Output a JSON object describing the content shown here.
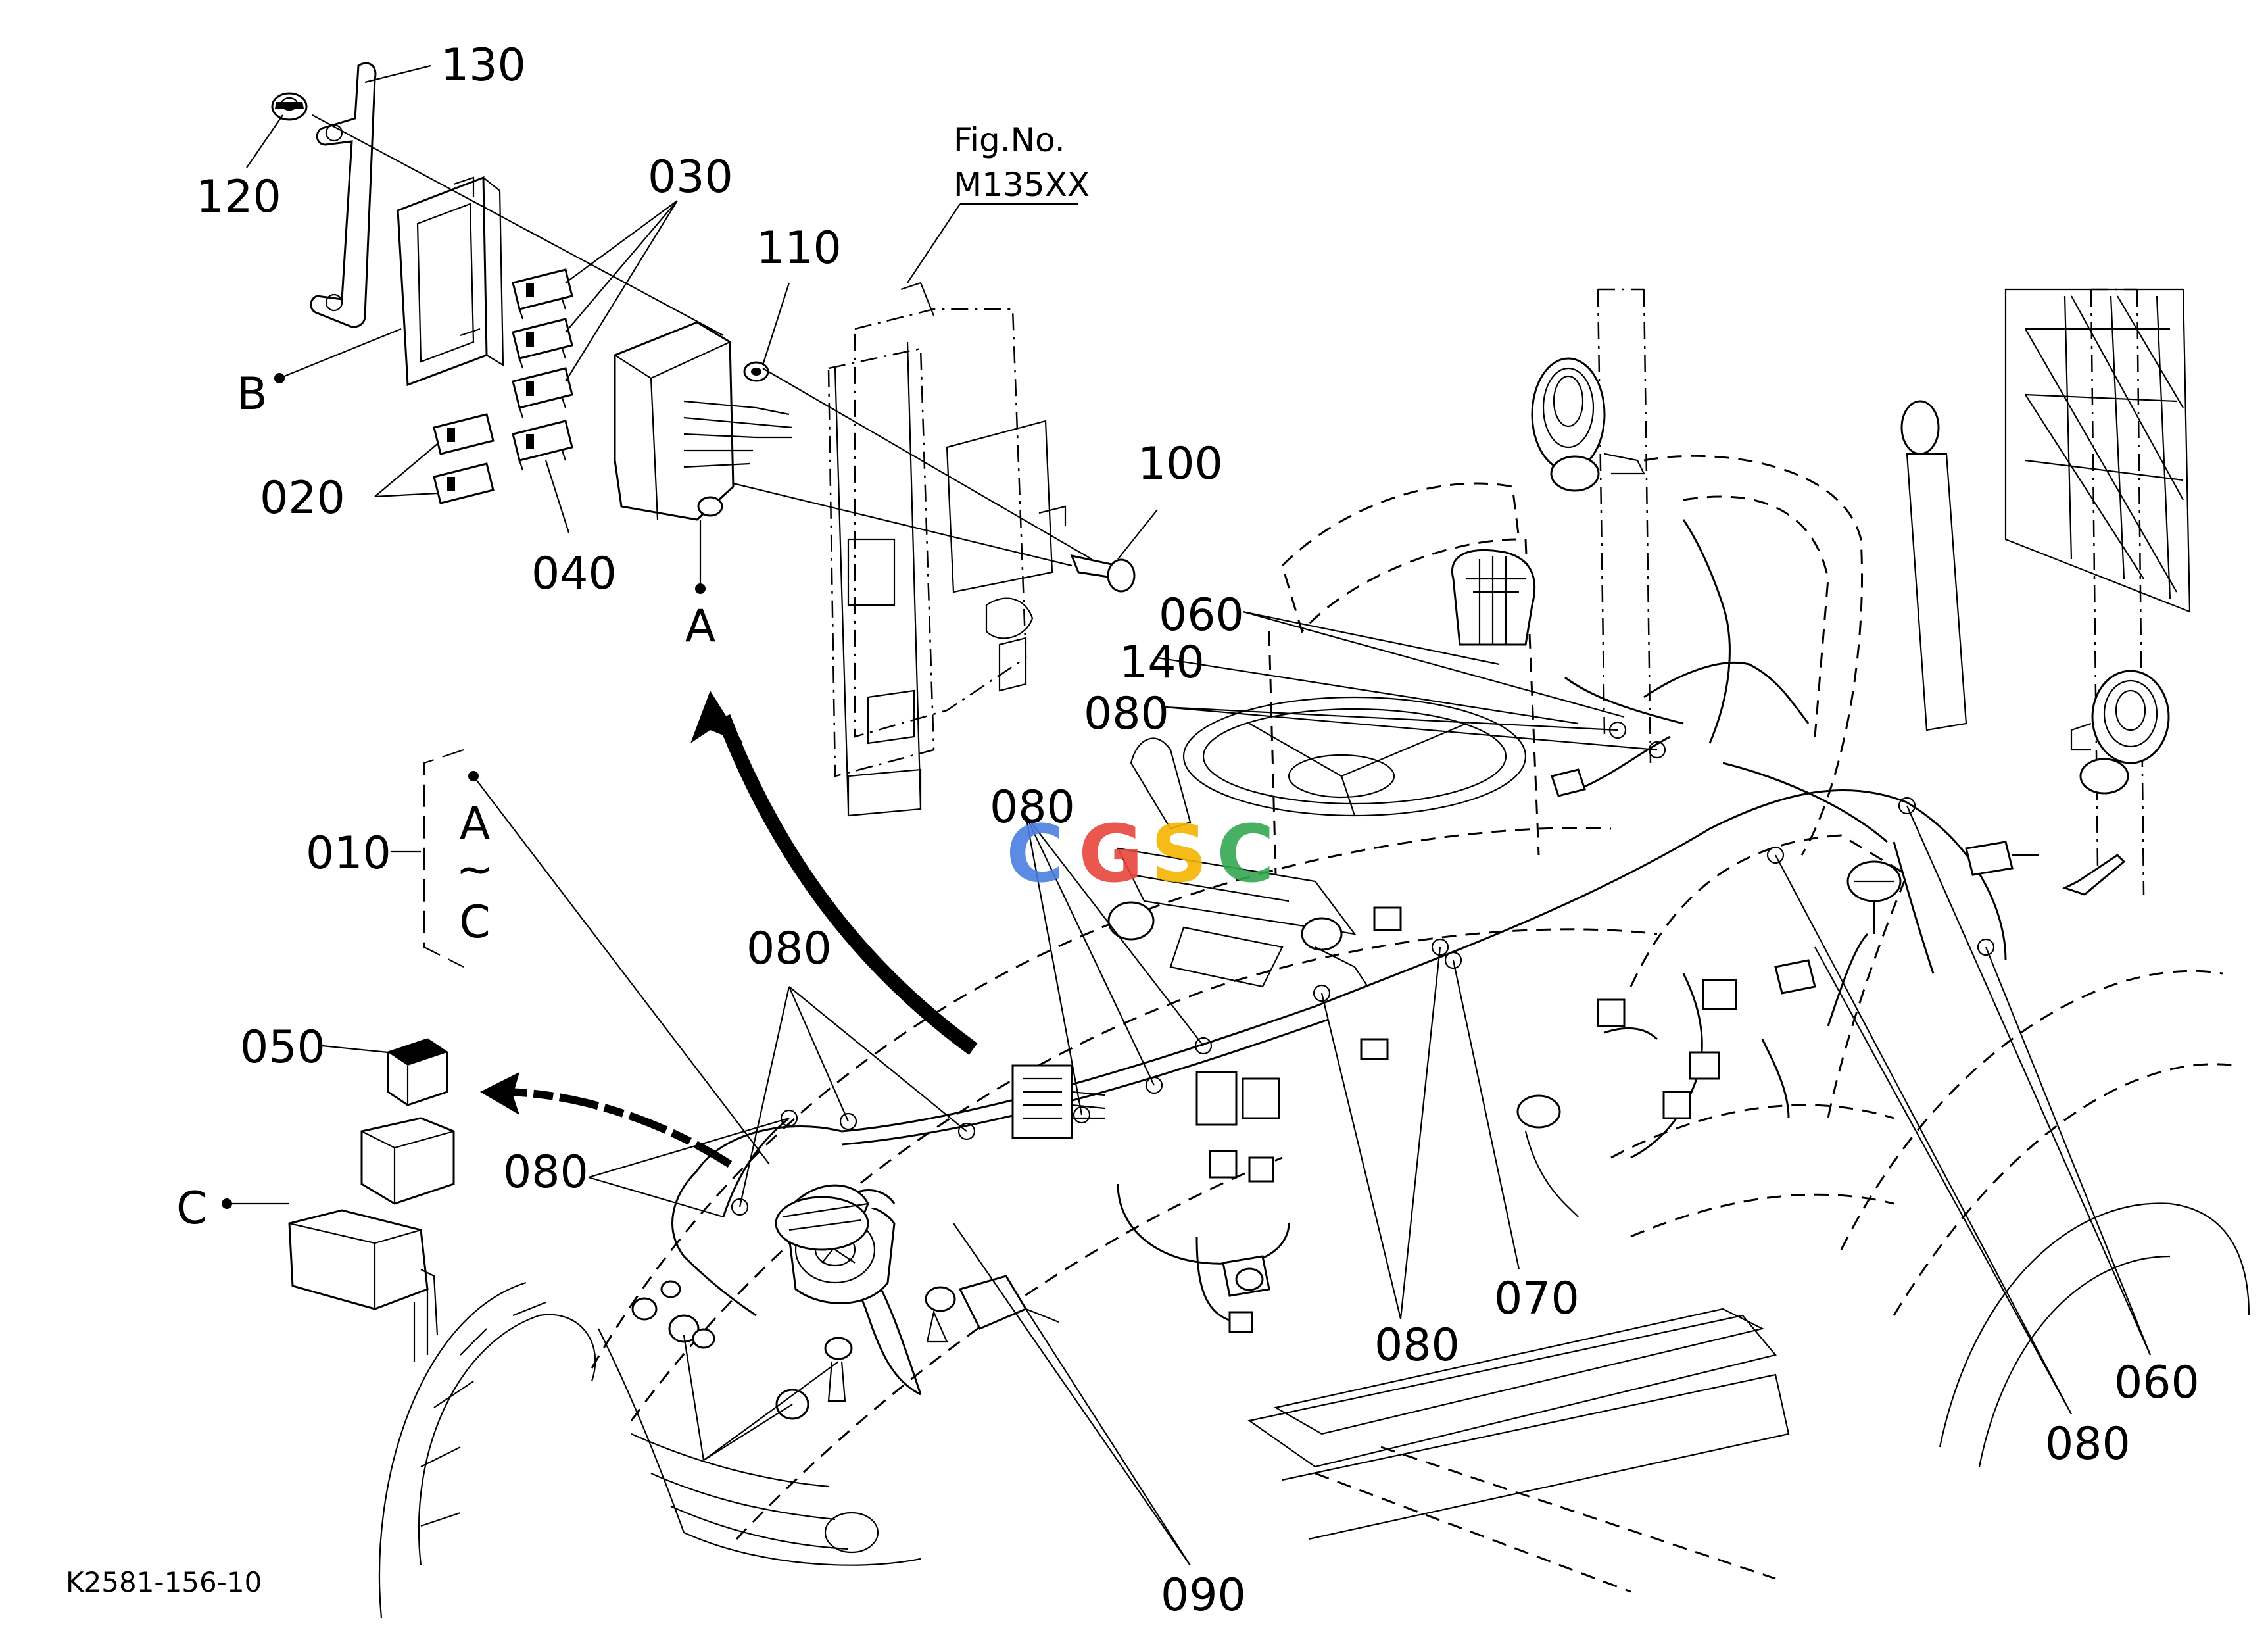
{
  "figure_ref": {
    "line1": "Fig.No.",
    "line2": "M135XX"
  },
  "drawing_code": "K2581-156-10",
  "watermark": {
    "letters": [
      "C",
      "G",
      "S",
      "C"
    ],
    "colors": [
      "#4a7fe0",
      "#e8453c",
      "#f4b400",
      "#34a853"
    ]
  },
  "group": {
    "number": "010",
    "from": "A",
    "tilde": "~",
    "to": "C"
  },
  "views": {
    "a": "A",
    "b": "B",
    "c": "C"
  },
  "callouts": {
    "c130": "130",
    "c120": "120",
    "c030": "030",
    "c110": "110",
    "c020": "020",
    "c040": "040",
    "c100": "100",
    "c060_top": "060",
    "c140": "140",
    "c080_right": "080",
    "c080_mid": "080",
    "c080_left": "080",
    "c080_front": "080",
    "c050": "050",
    "c080_bottom": "080",
    "c070": "070",
    "c060_low": "060",
    "c080_low": "080",
    "c090": "090"
  }
}
